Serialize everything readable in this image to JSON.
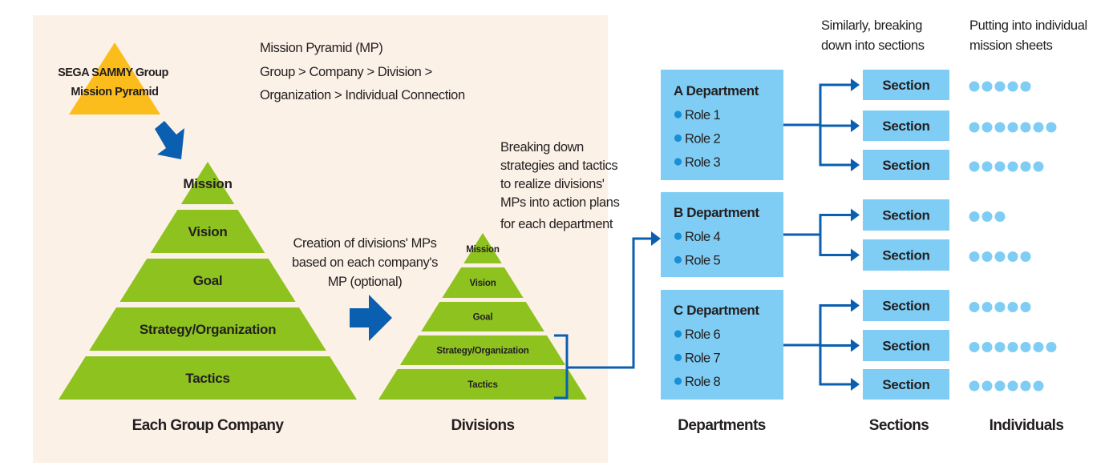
{
  "colors": {
    "panel_bg": "#fcf1e7",
    "yellow": "#fbbd1c",
    "green": "#8dc21f",
    "arrow_blue": "#0a5fb0",
    "box_blue": "#7fcdf4",
    "bullet_blue": "#1a8fd6",
    "dot_blue": "#7fcdf4",
    "text": "#231f20"
  },
  "group_pyramid": {
    "label_line1": "SEGA SAMMY Group",
    "label_line2": "Mission Pyramid"
  },
  "mp_description": {
    "line1": "Mission Pyramid (MP)",
    "line2": "Group > Company > Division >",
    "line3": "Organization > Individual Connection"
  },
  "company_pyramid": {
    "levels": [
      "Mission",
      "Vision",
      "Goal",
      "Strategy/Organization",
      "Tactics"
    ],
    "caption": "Each Group Company"
  },
  "creation_note": {
    "line1": "Creation of divisions' MPs",
    "line2": "based on each company's",
    "line3": "MP (optional)"
  },
  "division_pyramid": {
    "levels": [
      "Mission",
      "Vision",
      "Goal",
      "Strategy/Organization",
      "Tactics"
    ],
    "caption": "Divisions"
  },
  "breakdown_note": {
    "lines": [
      "Breaking down",
      "strategies and tactics",
      "to realize divisions'",
      "MPs into action plans",
      "for each department"
    ]
  },
  "sections_note": {
    "line1": "Similarly, breaking",
    "line2": "down into sections"
  },
  "individuals_note": {
    "line1": "Putting into individual",
    "line2": "mission sheets"
  },
  "departments": [
    {
      "title": "A Department",
      "roles": [
        "Role 1",
        "Role 2",
        "Role 3"
      ],
      "sections": [
        {
          "label": "Section",
          "individuals": 5
        },
        {
          "label": "Section",
          "individuals": 7
        },
        {
          "label": "Section",
          "individuals": 6
        }
      ]
    },
    {
      "title": "B Department",
      "roles": [
        "Role 4",
        "Role 5"
      ],
      "sections": [
        {
          "label": "Section",
          "individuals": 3
        },
        {
          "label": "Section",
          "individuals": 5
        }
      ]
    },
    {
      "title": "C Department",
      "roles": [
        "Role 6",
        "Role 7",
        "Role 8"
      ],
      "sections": [
        {
          "label": "Section",
          "individuals": 5
        },
        {
          "label": "Section",
          "individuals": 7
        },
        {
          "label": "Section",
          "individuals": 6
        }
      ]
    }
  ],
  "column_captions": {
    "departments": "Departments",
    "sections": "Sections",
    "individuals": "Individuals"
  }
}
